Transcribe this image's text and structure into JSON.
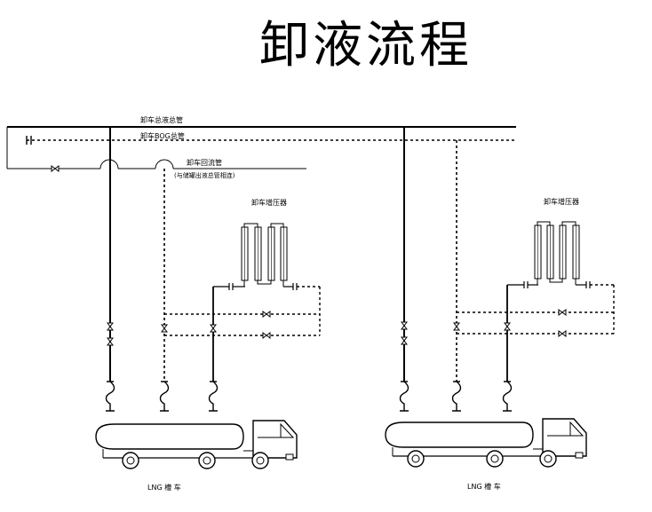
{
  "title": "卸液流程",
  "labels": {
    "liquid_header": "卸车总液总管",
    "bog_header": "卸车BOG总管",
    "return_line": "卸车回流管",
    "return_note": "(与储罐出液总管相连)",
    "pressurizer_left": "卸车增压器",
    "pressurizer_right": "卸车增压器",
    "truck_left": "LNG 槽 车",
    "truck_right": "LNG 槽 车"
  },
  "colors": {
    "line": "#000000",
    "background": "#ffffff"
  }
}
